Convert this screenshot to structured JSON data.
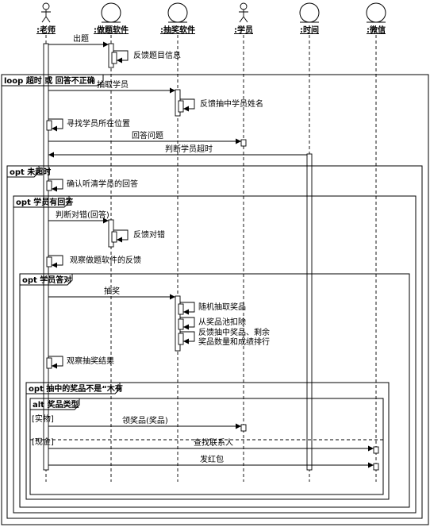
{
  "participants": [
    {
      "id": "teacher",
      "label": ":老师",
      "kind": "actor"
    },
    {
      "id": "quiz",
      "label": ":做题软件",
      "kind": "entity"
    },
    {
      "id": "lottery",
      "label": ":抽奖软件",
      "kind": "entity"
    },
    {
      "id": "student",
      "label": ":学员",
      "kind": "actor"
    },
    {
      "id": "time",
      "label": ":时间",
      "kind": "entity"
    },
    {
      "id": "wechat",
      "label": ":微信",
      "kind": "entity"
    }
  ],
  "frames": [
    {
      "id": "loop1",
      "operator": "loop",
      "condition": "超时 或 回答不正确"
    },
    {
      "id": "opt1",
      "operator": "opt",
      "condition": "未超时"
    },
    {
      "id": "opt2",
      "operator": "opt",
      "condition": "学员有回答"
    },
    {
      "id": "opt3",
      "operator": "opt",
      "condition": "学员答对"
    },
    {
      "id": "opt4",
      "operator": "opt",
      "condition": "抽中的奖品不是“木有"
    },
    {
      "id": "alt1",
      "operator": "alt",
      "condition": "奖品类型"
    }
  ],
  "guards": [
    "[实物]",
    "[现金]"
  ],
  "messages": [
    {
      "id": "m1",
      "from": "teacher",
      "to": "quiz",
      "label": "出题"
    },
    {
      "id": "m2",
      "from": "quiz",
      "to": "quiz",
      "label": "反馈题目信息"
    },
    {
      "id": "m3",
      "from": "teacher",
      "to": "lottery",
      "label": "抽取学员"
    },
    {
      "id": "m4",
      "from": "lottery",
      "to": "lottery",
      "label": "反馈抽中学员姓名"
    },
    {
      "id": "m5",
      "from": "teacher",
      "to": "teacher",
      "label": "寻找学员所在位置"
    },
    {
      "id": "m6",
      "from": "teacher",
      "to": "student",
      "label": "回答问题"
    },
    {
      "id": "m7",
      "from": "time",
      "to": "teacher",
      "label": "判断学员超时"
    },
    {
      "id": "m8",
      "from": "teacher",
      "to": "teacher",
      "label": "确认听清学员的回答"
    },
    {
      "id": "m9",
      "from": "teacher",
      "to": "quiz",
      "label": "判断对错(回答)"
    },
    {
      "id": "m10",
      "from": "quiz",
      "to": "quiz",
      "label": "反馈对错"
    },
    {
      "id": "m11",
      "from": "teacher",
      "to": "teacher",
      "label": "观察做题软件的反馈"
    },
    {
      "id": "m12",
      "from": "teacher",
      "to": "lottery",
      "label": "抽奖"
    },
    {
      "id": "m13",
      "from": "lottery",
      "to": "lottery",
      "label": "随机抽取奖品"
    },
    {
      "id": "m14",
      "from": "lottery",
      "to": "lottery",
      "label": "从奖品池扣除"
    },
    {
      "id": "m15",
      "from": "lottery",
      "to": "lottery",
      "label": "反馈抽中奖品、剩余\n奖品数量和成绩排行"
    },
    {
      "id": "m16",
      "from": "teacher",
      "to": "teacher",
      "label": "观察抽奖结果"
    },
    {
      "id": "m17",
      "from": "teacher",
      "to": "student",
      "label": "领奖品(奖品)"
    },
    {
      "id": "m18",
      "from": "teacher",
      "to": "wechat",
      "label": "查找联系人"
    },
    {
      "id": "m19",
      "from": "teacher",
      "to": "wechat",
      "label": "发红包"
    }
  ]
}
